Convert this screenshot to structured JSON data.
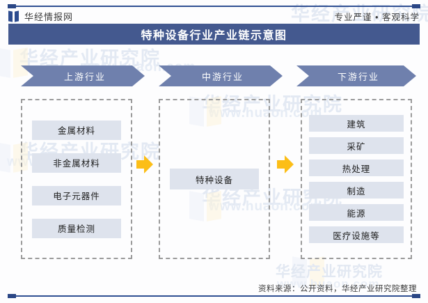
{
  "header": {
    "brand_name": "华经情报网",
    "logo_icon": "open-book-icon",
    "tagline": "专业严谨 • 客观科学"
  },
  "title": "特种设备行业产业链示意图",
  "chain": {
    "sections": [
      {
        "banner": "上游行业",
        "nodes": [
          "金属材料",
          "非金属材料",
          "电子元器件",
          "质量检测"
        ]
      },
      {
        "banner": "中游行业",
        "nodes": [
          "特种设备"
        ]
      },
      {
        "banner": "下游行业",
        "nodes": [
          "建筑",
          "采矿",
          "热处理",
          "制造",
          "能源",
          "医疗设施等"
        ]
      }
    ],
    "connectors": [
      "arrow-right-icon",
      "arrow-right-icon"
    ]
  },
  "footer": {
    "source": "资料来源：公开资料，华经产业研究院整理"
  },
  "watermarks": {
    "institute": "华经产业研究院",
    "url": "www.huaon.com"
  },
  "colors": {
    "title_bar": "#44598f",
    "banner": "#6f80ad",
    "node_fill": "#dee3ed",
    "arrow": "#fcbe17",
    "rule": "#2f4f92",
    "dashed_border": "#9a9a9a"
  }
}
